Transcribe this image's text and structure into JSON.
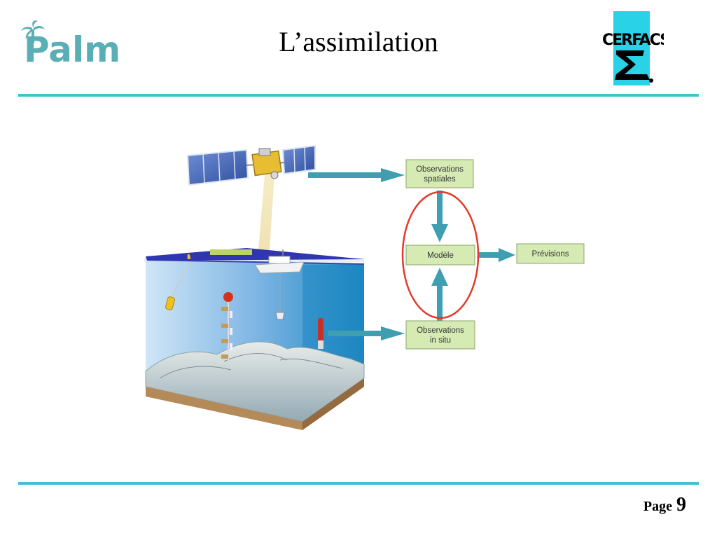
{
  "header": {
    "logo_text": "Palm",
    "title": "L’assimilation",
    "partner_logo_text": "CERFACS"
  },
  "diagram": {
    "nodes": {
      "obs_spatiales": [
        "Observations",
        "spatiales"
      ],
      "modele": "Modèle",
      "previsions": "Prévisions",
      "obs_insitu": [
        "Observations",
        "in situ"
      ]
    },
    "colors": {
      "node_fill": "#d6ebb4",
      "arrow": "#3f9fb0",
      "highlight": "#e23a2a",
      "rule": "#3fc2cf"
    }
  },
  "footer": {
    "page_label": "Page",
    "page_number": "9"
  }
}
